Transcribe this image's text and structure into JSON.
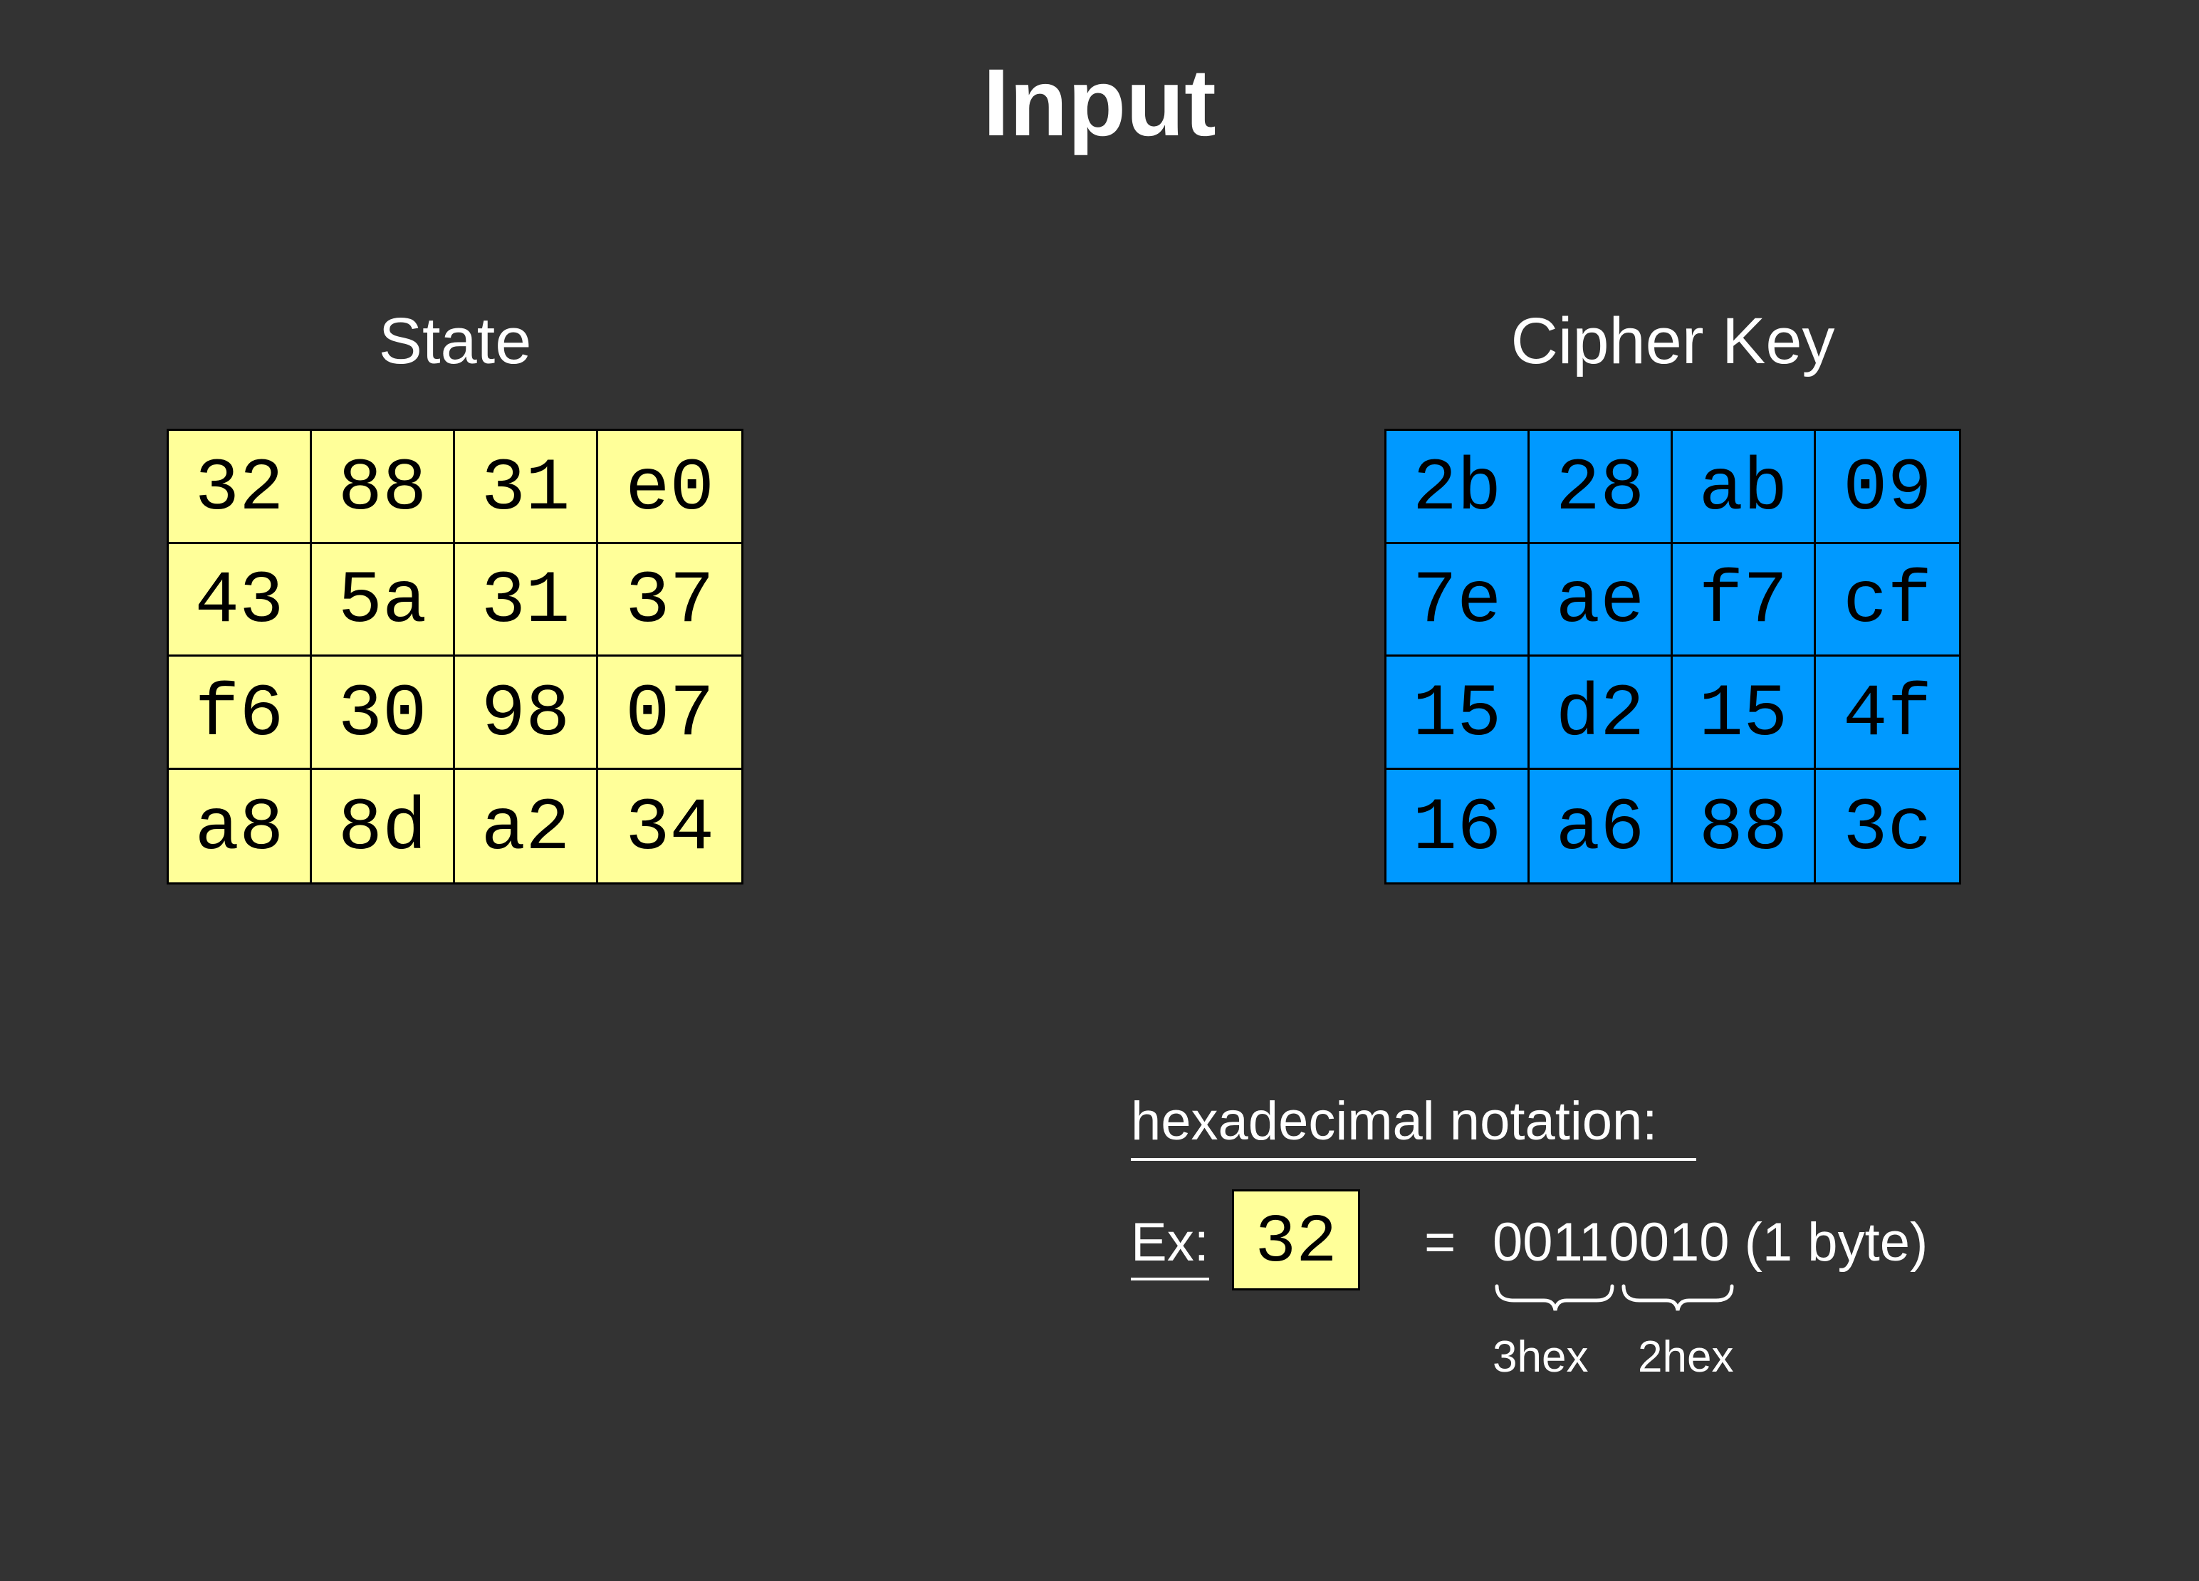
{
  "title": "Input",
  "state": {
    "label": "State",
    "color": "#ffff99",
    "rows": [
      [
        "32",
        "88",
        "31",
        "e0"
      ],
      [
        "43",
        "5a",
        "31",
        "37"
      ],
      [
        "f6",
        "30",
        "98",
        "07"
      ],
      [
        "a8",
        "8d",
        "a2",
        "34"
      ]
    ]
  },
  "cipher_key": {
    "label": "Cipher Key",
    "color": "#0099ff",
    "rows": [
      [
        "2b",
        "28",
        "ab",
        "09"
      ],
      [
        "7e",
        "ae",
        "f7",
        "cf"
      ],
      [
        "15",
        "d2",
        "15",
        "4f"
      ],
      [
        "16",
        "a6",
        "88",
        "3c"
      ]
    ]
  },
  "hex_note": {
    "heading": "hexadecimal notation:",
    "example_label": "Ex:",
    "example_value": "32",
    "equals": "=",
    "binary": "00110010 (1 byte)",
    "nibble_labels": [
      "3hex",
      "2hex"
    ]
  },
  "background_color": "#333333"
}
